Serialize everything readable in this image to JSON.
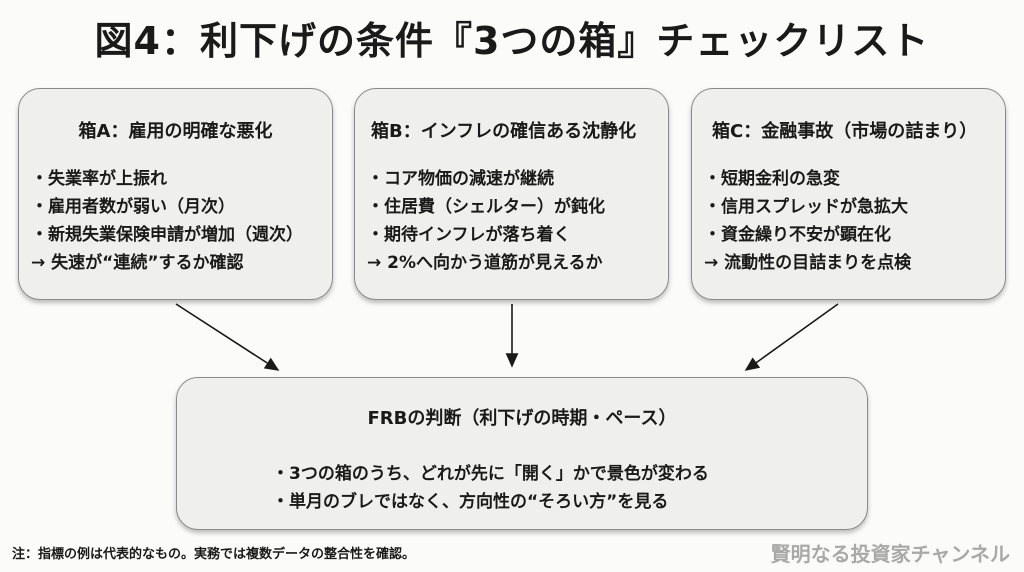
{
  "title": "図4：利下げの条件『3つの箱』チェックリスト",
  "boxes": [
    {
      "heading": "箱A：雇用の明確な悪化",
      "items": [
        "・失業率が上振れ",
        "・雇用者数が弱い（月次）",
        "・新規失業保険申請が増加（週次）",
        "→ 失速が“連続”するか確認"
      ]
    },
    {
      "heading": "箱B：インフレの確信ある沈静化",
      "items": [
        "・コア物価の減速が継続",
        "・住居費（シェルター）が鈍化",
        "・期待インフレが落ち着く",
        "→ 2%へ向かう道筋が見えるか"
      ]
    },
    {
      "heading": "箱C：金融事故（市場の詰まり）",
      "items": [
        "・短期金利の急変",
        "・信用スプレッドが急拡大",
        "・資金繰り不安が顕在化",
        "→ 流動性の目詰まりを点検"
      ]
    }
  ],
  "decision": {
    "heading": "FRBの判断（利下げの時期・ペース）",
    "items": [
      "・3つの箱のうち、どれが先に「開く」かで景色が変わる",
      "・単月のブレではなく、方向性の“そろい方”を見る"
    ]
  },
  "note": "注：指標の例は代表的なもの。実務では複数データの整合性を確認。",
  "brand": "賢明なる投資家チャンネル"
}
